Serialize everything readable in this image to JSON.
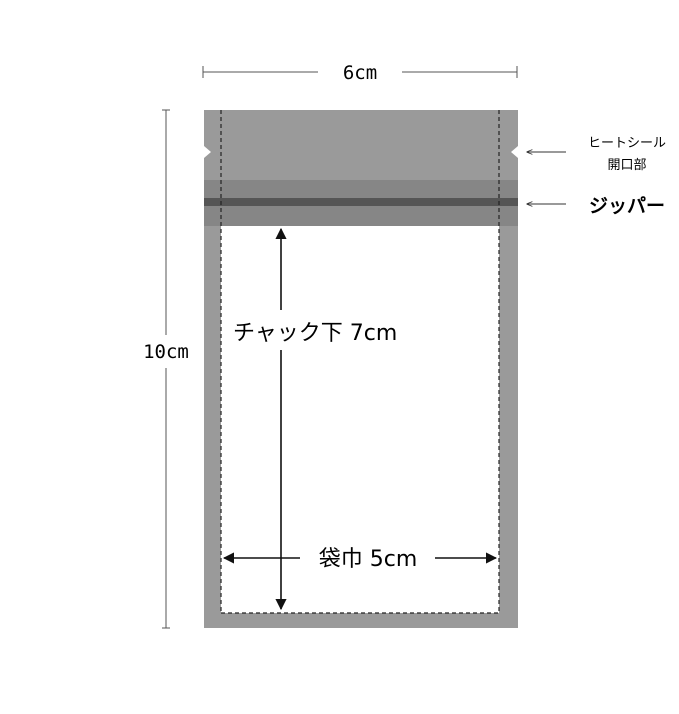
{
  "diagram": {
    "width_label": "6cm",
    "height_label": "10cm",
    "below_zipper_label": "チャック下 7cm",
    "bag_width_label": "袋巾 5cm",
    "heat_seal_label_line1": "ヒートシール",
    "heat_seal_label_line2": "開口部",
    "zipper_label": "ジッパー"
  },
  "colors": {
    "bag_gray": "#9a9a9a",
    "seal_band": "#8c8c8c",
    "zipper_band": "#868686",
    "zipper_line": "#555555",
    "line": "#222222"
  }
}
